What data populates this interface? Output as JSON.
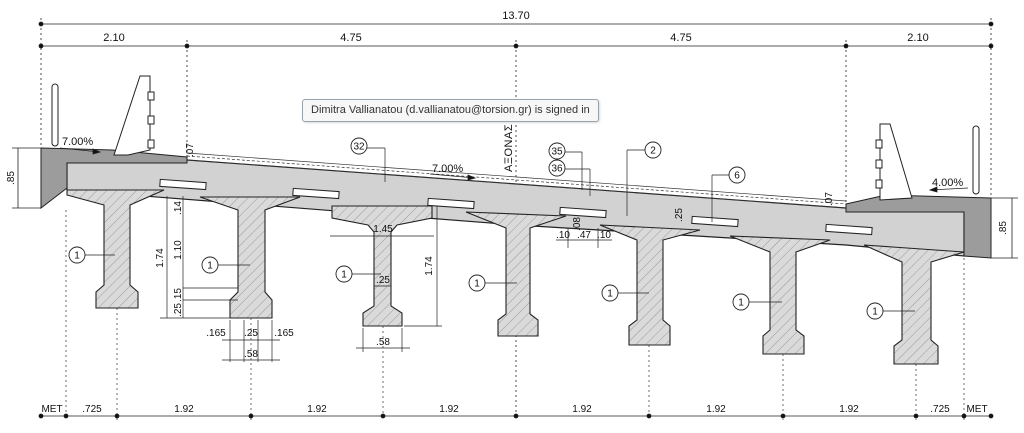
{
  "total_width": "13.70",
  "top_dims": [
    "2.10",
    "4.75",
    "4.75",
    "2.10"
  ],
  "bottom_dims": [
    "MET",
    ".725",
    "1.92",
    "1.92",
    "1.92",
    "1.92",
    "1.92",
    "1.92",
    ".725",
    "MET"
  ],
  "left_depth": ".85",
  "right_depth": ".85",
  "slope_left": "7.00%",
  "slope_mid": "7.00%",
  "slope_right": "4.00%",
  "axis_label": "ΑΞΟΝΑΣ ΟΥ",
  "top_small_dims": [
    ".07",
    ".07"
  ],
  "callouts": [
    "32",
    "35",
    "36",
    "2",
    "6",
    "1",
    "1",
    "1",
    "1",
    "1",
    "1",
    "1"
  ],
  "girder_dims": {
    "height_left": "1.74",
    "web_height": "1.10",
    "flange_top": ".14",
    "bulb_a": ".15",
    "bulb_b": ".25",
    "bottom_widths": [
      ".165",
      ".25",
      ".165"
    ],
    "bottom_total": ".58",
    "mid_top_width": "1.45",
    "mid_web_width": ".25",
    "mid_height": "1.74",
    "mid_bottom": ".58",
    "top_flange_small": ".10"
  },
  "detail_dims": [
    ".10",
    ".47",
    ".10",
    ".08",
    ".25"
  ],
  "tooltip": "Dimitra Vallianatou (d.vallianatou@torsion.gr) is signed in"
}
